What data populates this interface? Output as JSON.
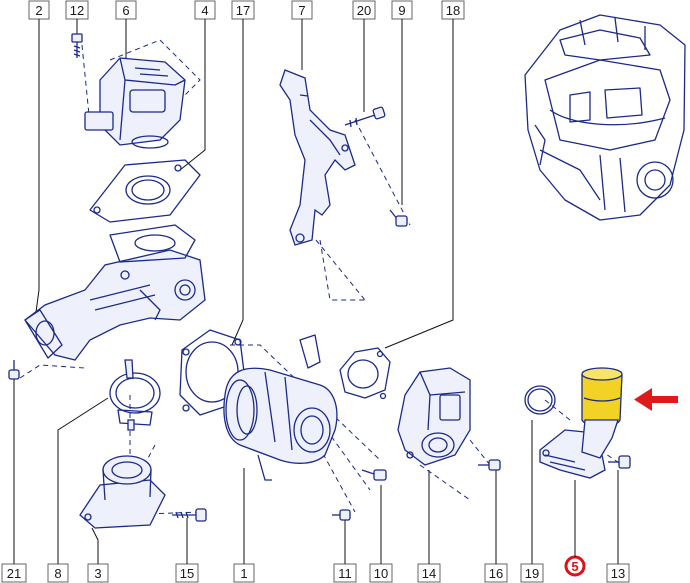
{
  "diagram": {
    "top_callouts": [
      "2",
      "12",
      "6",
      "4",
      "17",
      "7",
      "20",
      "9",
      "18"
    ],
    "bottom_callouts": [
      "21",
      "8",
      "3",
      "15",
      "1",
      "11",
      "10",
      "14",
      "16",
      "19",
      "5",
      "13"
    ],
    "highlighted_callout": "5",
    "highlight_color": "#e0101a",
    "highlight_part_color": "#f2d224",
    "arrow_color": "#e01a1a",
    "line_color": "#1b2a8a"
  }
}
